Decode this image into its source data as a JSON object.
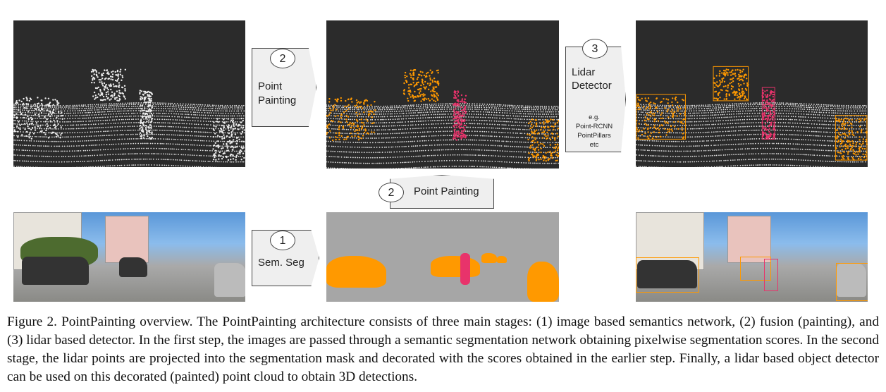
{
  "steps": {
    "painting_top": {
      "number": "2",
      "label_line1": "Point",
      "label_line2": "Painting"
    },
    "detector": {
      "number": "3",
      "label_line1": "Lidar",
      "label_line2": "Detector",
      "examples": [
        "e.g.",
        "Point-RCNN",
        "PointPillars",
        "etc"
      ]
    },
    "painting_mid": {
      "number": "2",
      "label": "Point Painting"
    },
    "semseg": {
      "number": "1",
      "label": "Sem. Seg"
    }
  },
  "colors": {
    "car": "#ff9900",
    "pedestrian": "#e8336b",
    "lidar_bg": "#2b2b2b",
    "seg_bg": "#a6a6a6"
  },
  "caption": "Figure 2. PointPainting overview. The PointPainting architecture consists of three main stages: (1) image based semantics network, (2) fusion (painting), and (3) lidar based detector. In the first step, the images are passed through a semantic segmentation network obtaining pixelwise segmentation scores. In the second stage, the lidar points are projected into the segmentation mask and decorated with the scores obtained in the earlier step. Finally, a lidar based object detector can be used on this decorated (painted) point cloud to obtain 3D detections."
}
